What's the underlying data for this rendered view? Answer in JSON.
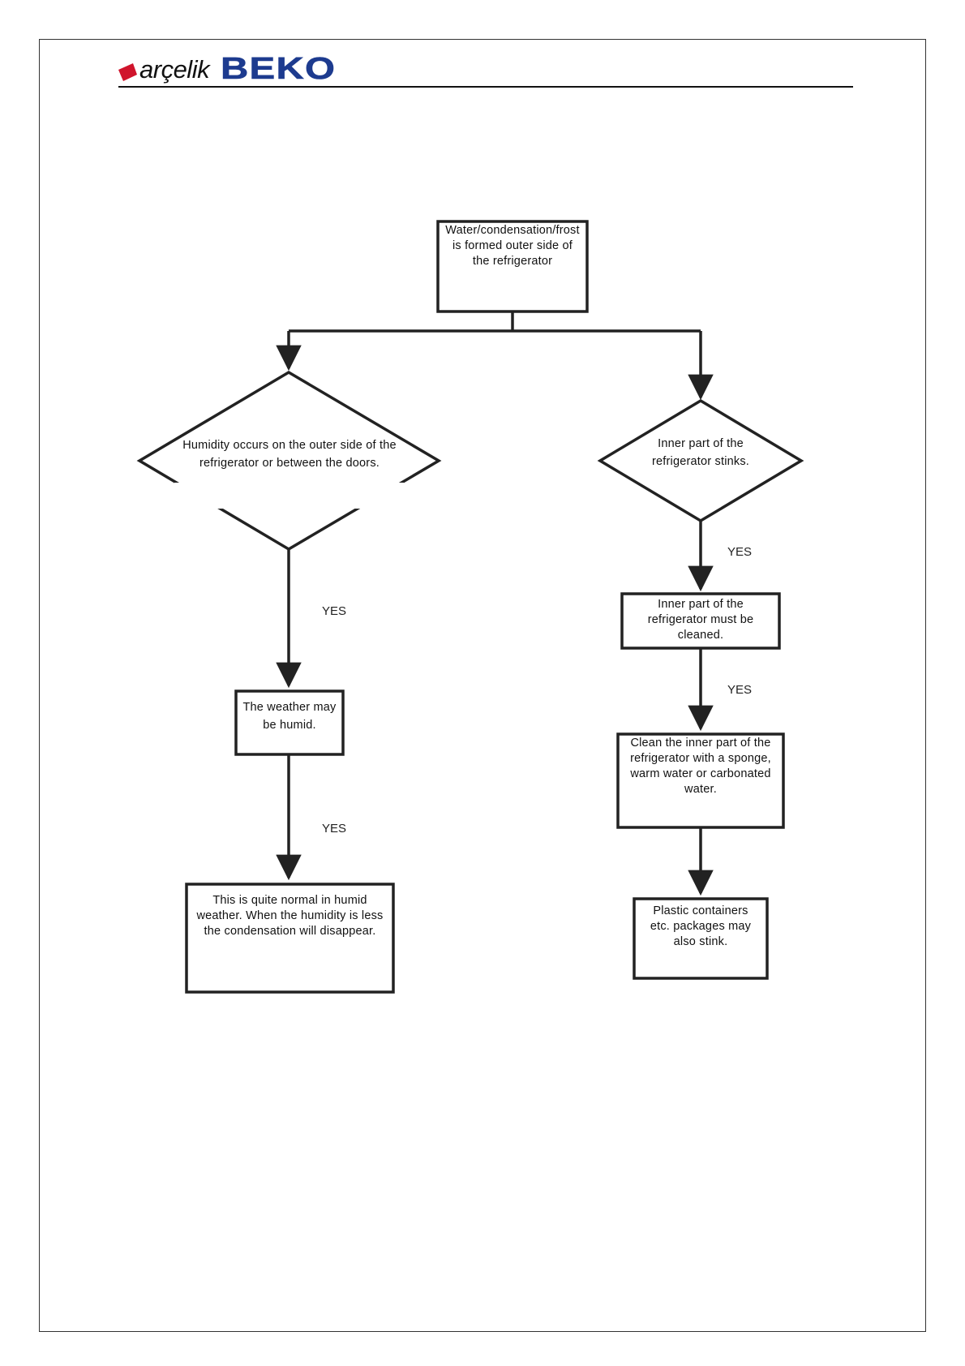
{
  "header": {
    "logo_arcelik": "arçelik",
    "logo_beko": "BEKO",
    "brand_red": "#d0142c",
    "brand_blue": "#1d3b8f"
  },
  "flowchart": {
    "start": "Water/condensation/frost is formed outer side of the refrigerator",
    "left_decision": "Humidity occurs on the outer side of the refrigerator or between the doors.",
    "right_decision": "Inner part of the refrigerator stinks.",
    "left_step_1": "The weather may be humid.",
    "left_step_2": "This is quite normal in humid weather. When the humidity is less the condensation will disappear.",
    "right_step_1": "Inner part of the refrigerator must be cleaned.",
    "right_step_2": "Clean the inner part of the refrigerator with a sponge, warm water or carbonated water.",
    "right_step_3": "Plastic containers etc. packages may also stink.",
    "yes_label": "YES"
  }
}
